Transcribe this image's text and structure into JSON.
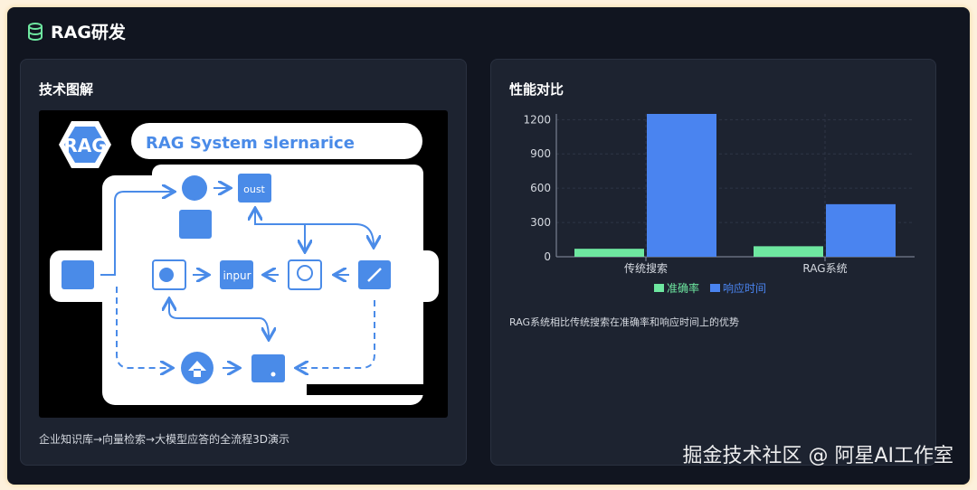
{
  "header": {
    "title": "RAG研发",
    "icon": "database-icon",
    "icon_color": "#6ee7a0"
  },
  "left_card": {
    "title": "技术图解",
    "image_text": {
      "logo": "RAG",
      "banner": "RAG System slernarice",
      "box_out": "oust",
      "box_in": "inpur"
    },
    "caption": "企业知识库→向量检索→大模型应答的全流程3D演示"
  },
  "right_card": {
    "title": "性能对比",
    "caption": "RAG系统相比传统搜索在准确率和响应时间上的优势"
  },
  "chart_data": {
    "type": "bar",
    "categories": [
      "传统搜索",
      "RAG系统"
    ],
    "series": [
      {
        "name": "准确率",
        "values": [
          70,
          92
        ],
        "color": "#6ee7a0"
      },
      {
        "name": "响应时间",
        "values": [
          1250,
          460
        ],
        "color": "#4a84f0"
      }
    ],
    "yticks": [
      "0",
      "300",
      "600",
      "900",
      "1200"
    ],
    "ylim": [
      0,
      1250
    ],
    "grid": true,
    "legend": "bottom"
  },
  "watermark": "掘金技术社区 @ 阿星AI工作室"
}
